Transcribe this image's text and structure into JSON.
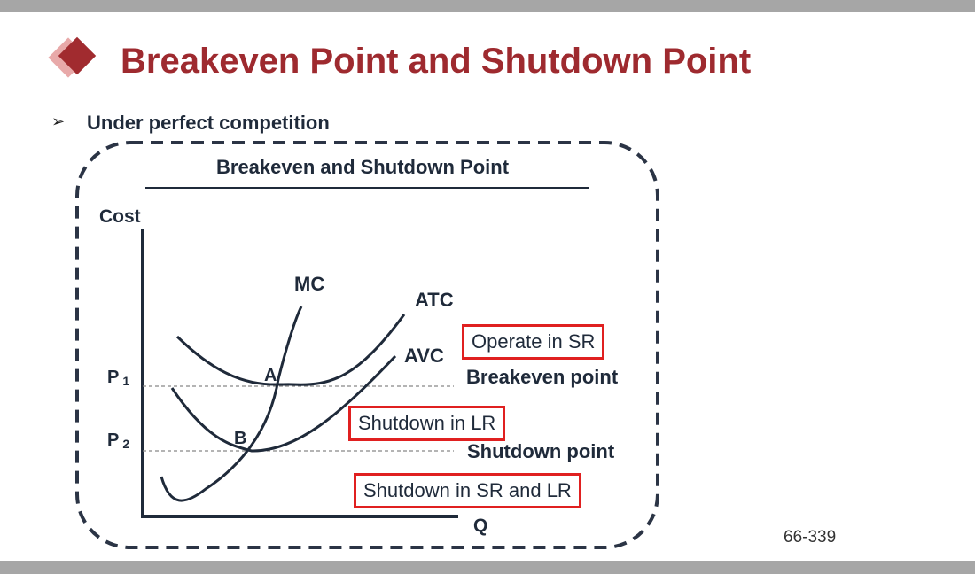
{
  "slide": {
    "title": "Breakeven Point and Shutdown Point",
    "bullet": "Under perfect competition",
    "page_number": "66-339",
    "accent_color": "#9e2a2f",
    "icon": "diamond-bullet-icon"
  },
  "diagram": {
    "title": "Breakeven and Shutdown Point",
    "y_axis_label": "Cost",
    "x_axis_label": "Q",
    "curves": {
      "mc": "MC",
      "atc": "ATC",
      "avc": "AVC"
    },
    "points": {
      "a": "A",
      "b": "B"
    },
    "prices": {
      "p1": "P",
      "p1_sub": "1",
      "p2": "P",
      "p2_sub": "2"
    },
    "status": {
      "operate_sr": "Operate in SR",
      "breakeven": "Breakeven point",
      "shutdown_lr": "Shutdown in LR",
      "shutdown": "Shutdown point",
      "shutdown_sr_lr": "Shutdown in SR and LR"
    },
    "box_color": "#e02020",
    "frame_color": "#2b3445"
  }
}
